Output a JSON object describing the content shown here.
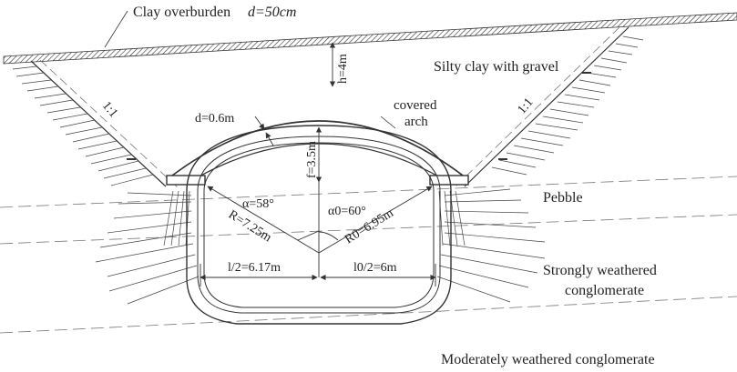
{
  "labels": {
    "clay_overburden": "Clay overburden",
    "clay_overburden_d": "d=50cm",
    "silty_clay": "Silty clay with gravel",
    "covered_arch_1": "covered",
    "covered_arch_2": "arch",
    "pebble": "Pebble",
    "strongly_weathered_1": "Strongly weathered",
    "strongly_weathered_2": "conglomerate",
    "moderately_weathered": "Moderately weathered conglomerate",
    "slope_left": "1:1",
    "slope_right": "1:1"
  },
  "dimensions": {
    "h": "h=4m",
    "d": "d=0.6m",
    "f": "f=3.5m",
    "alpha": "α=58°",
    "alpha0": "α0=60°",
    "R": "R=7.25m",
    "R0": "R0=6.95m",
    "l_half": "l/2=6.17m",
    "l0_half": "l0/2=6m"
  },
  "colors": {
    "line": "#333333",
    "text": "#222222",
    "background": "#ffffff"
  }
}
